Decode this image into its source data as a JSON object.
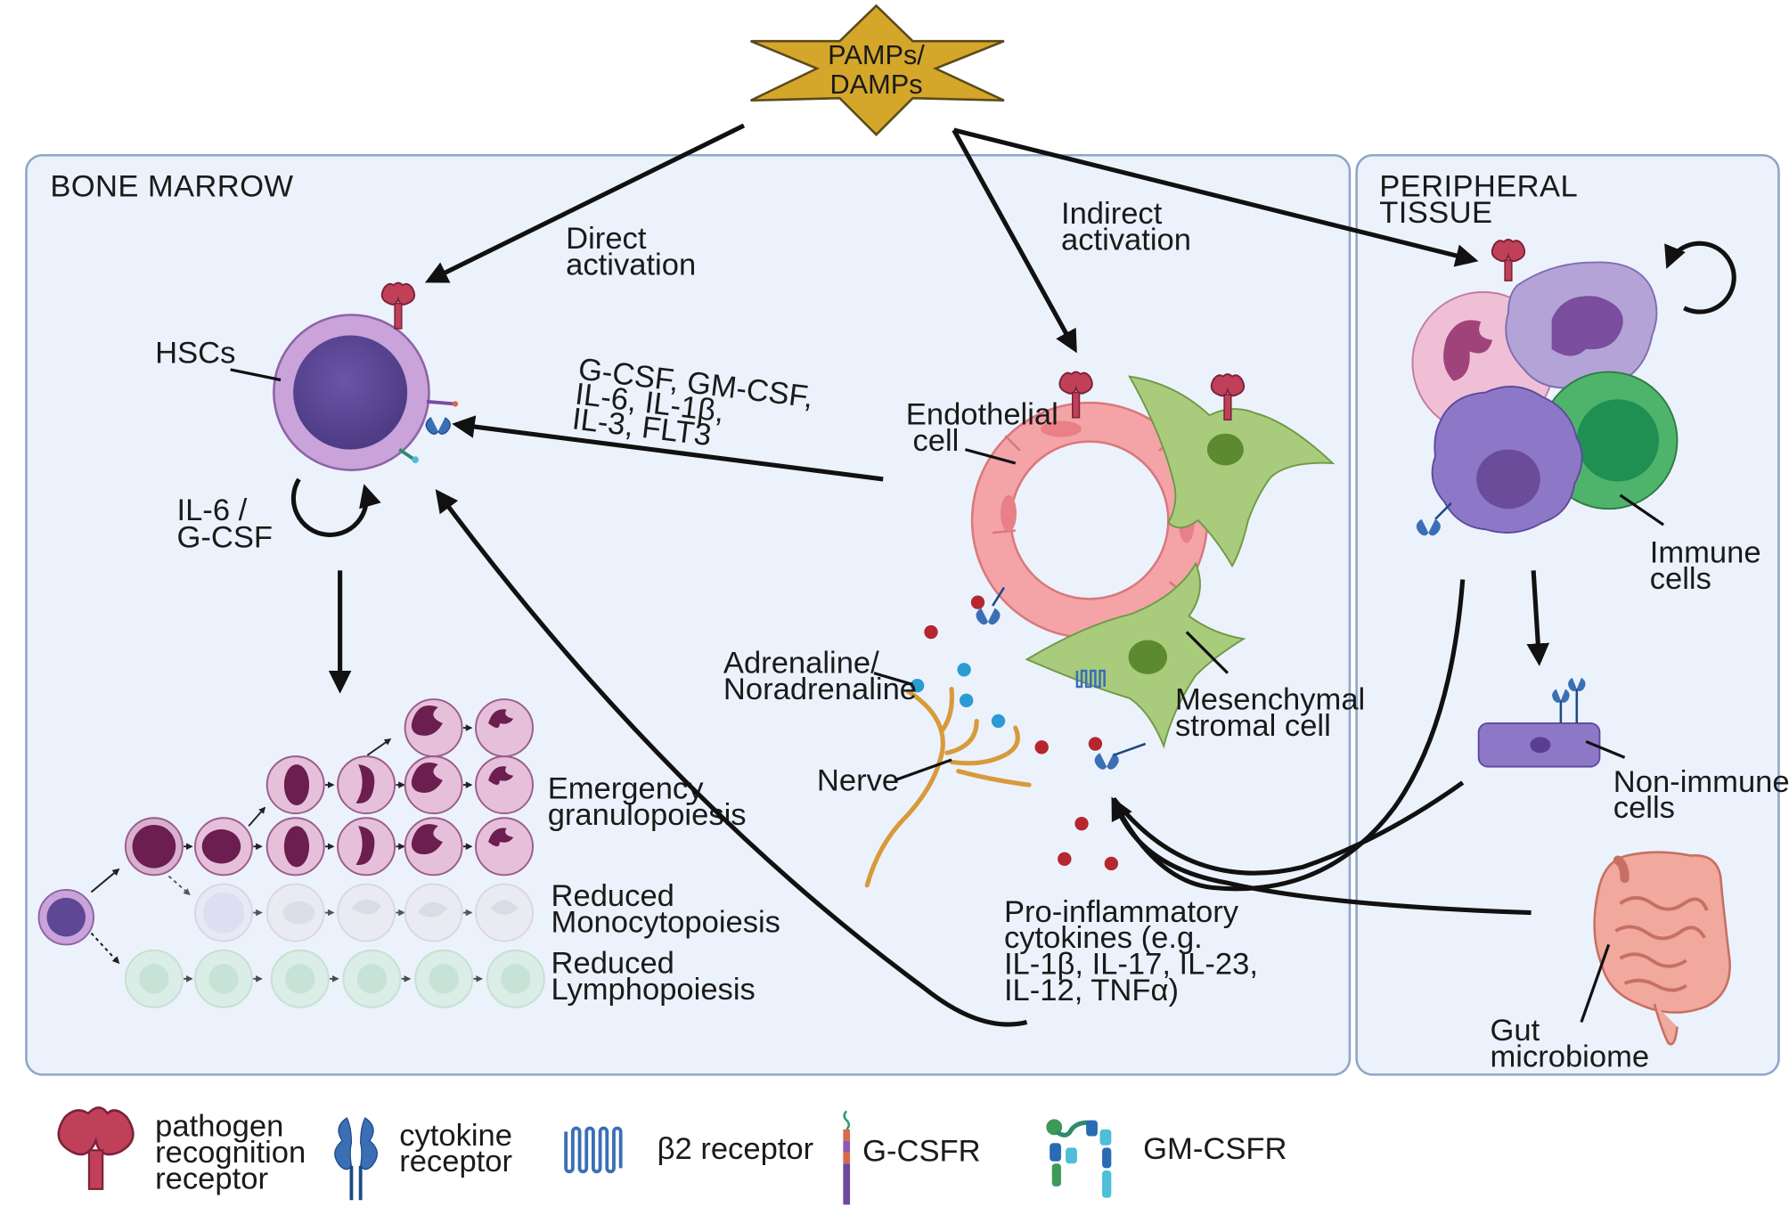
{
  "trigger": {
    "line1": "PAMPs/",
    "line2": "DAMPs"
  },
  "panels": {
    "bone_marrow": {
      "title": "BONE MARROW"
    },
    "peripheral_tissue": {
      "line1": "PERIPHERAL",
      "line2": "TISSUE"
    }
  },
  "arrows": {
    "direct": {
      "line1": "Direct",
      "line2": "activation"
    },
    "indirect": {
      "line1": "Indirect",
      "line2": "activation"
    }
  },
  "cells": {
    "hscs": "HSCs",
    "il6_gcsf": {
      "line1": "IL-6 /",
      "line2": "G-CSF"
    },
    "endothelial": {
      "line1": "Endothelial",
      "line2": "cell"
    },
    "mesenchymal": {
      "line1": "Mesenchymal",
      "line2": "stromal cell"
    },
    "adrenaline": {
      "line1": "Adrenaline/",
      "line2": "Noradrenaline"
    },
    "nerve": "Nerve",
    "immune": {
      "line1": "Immune",
      "line2": "cells"
    },
    "non_immune": {
      "line1": "Non-immune",
      "line2": "cells"
    },
    "gut": {
      "line1": "Gut",
      "line2": "microbiome"
    }
  },
  "cytokines_to_hsc": {
    "line1": "G-CSF, GM-CSF,",
    "line2": "IL-6, IL-1β,",
    "line3": "IL-3, FLT3"
  },
  "proinflammatory": {
    "line1": "Pro-inflammatory",
    "line2": "cytokines (e.g.",
    "line3": "IL-1β, IL-17, IL-23,",
    "line4": "IL-12, TNFα)"
  },
  "lineages": {
    "granulo": {
      "line1": "Emergency",
      "line2": "granulopoiesis"
    },
    "mono": {
      "line1": "Reduced",
      "line2": "Monocytopoiesis"
    },
    "lympho": {
      "line1": "Reduced",
      "line2": "Lymphopoiesis"
    }
  },
  "legend": [
    {
      "icon": "pathogen-recognition-receptor-icon",
      "line1": "pathogen",
      "line2": "recognition",
      "line3": "receptor"
    },
    {
      "icon": "cytokine-receptor-icon",
      "line1": "cytokine",
      "line2": "receptor"
    },
    {
      "icon": "beta2-receptor-icon",
      "line1": "β2 receptor"
    },
    {
      "icon": "g-csfr-icon",
      "line1": "G-CSFR"
    },
    {
      "icon": "gm-csfr-icon",
      "line1": "GM-CSFR"
    }
  ],
  "colors": {
    "panel_bg": "#ecf2fb",
    "panel_border": "#8ea6c8",
    "star": "#d4a62a",
    "hsc_outer": "#c9a3d9",
    "hsc_inner": "#5e4795",
    "prr": "#c0405a",
    "cytokine_receptor": "#3a6fb5",
    "endothelium": "#f4a4a7",
    "stromal": "#a9cc7c",
    "nerve": "#d89a3b",
    "granulocyte_nucleus": "#6b1e4f",
    "granulocyte_cyto": "#e6bfdb",
    "monocyte_faded": "#dcdce8",
    "lymphocyte_faded": "#cde6d8"
  }
}
